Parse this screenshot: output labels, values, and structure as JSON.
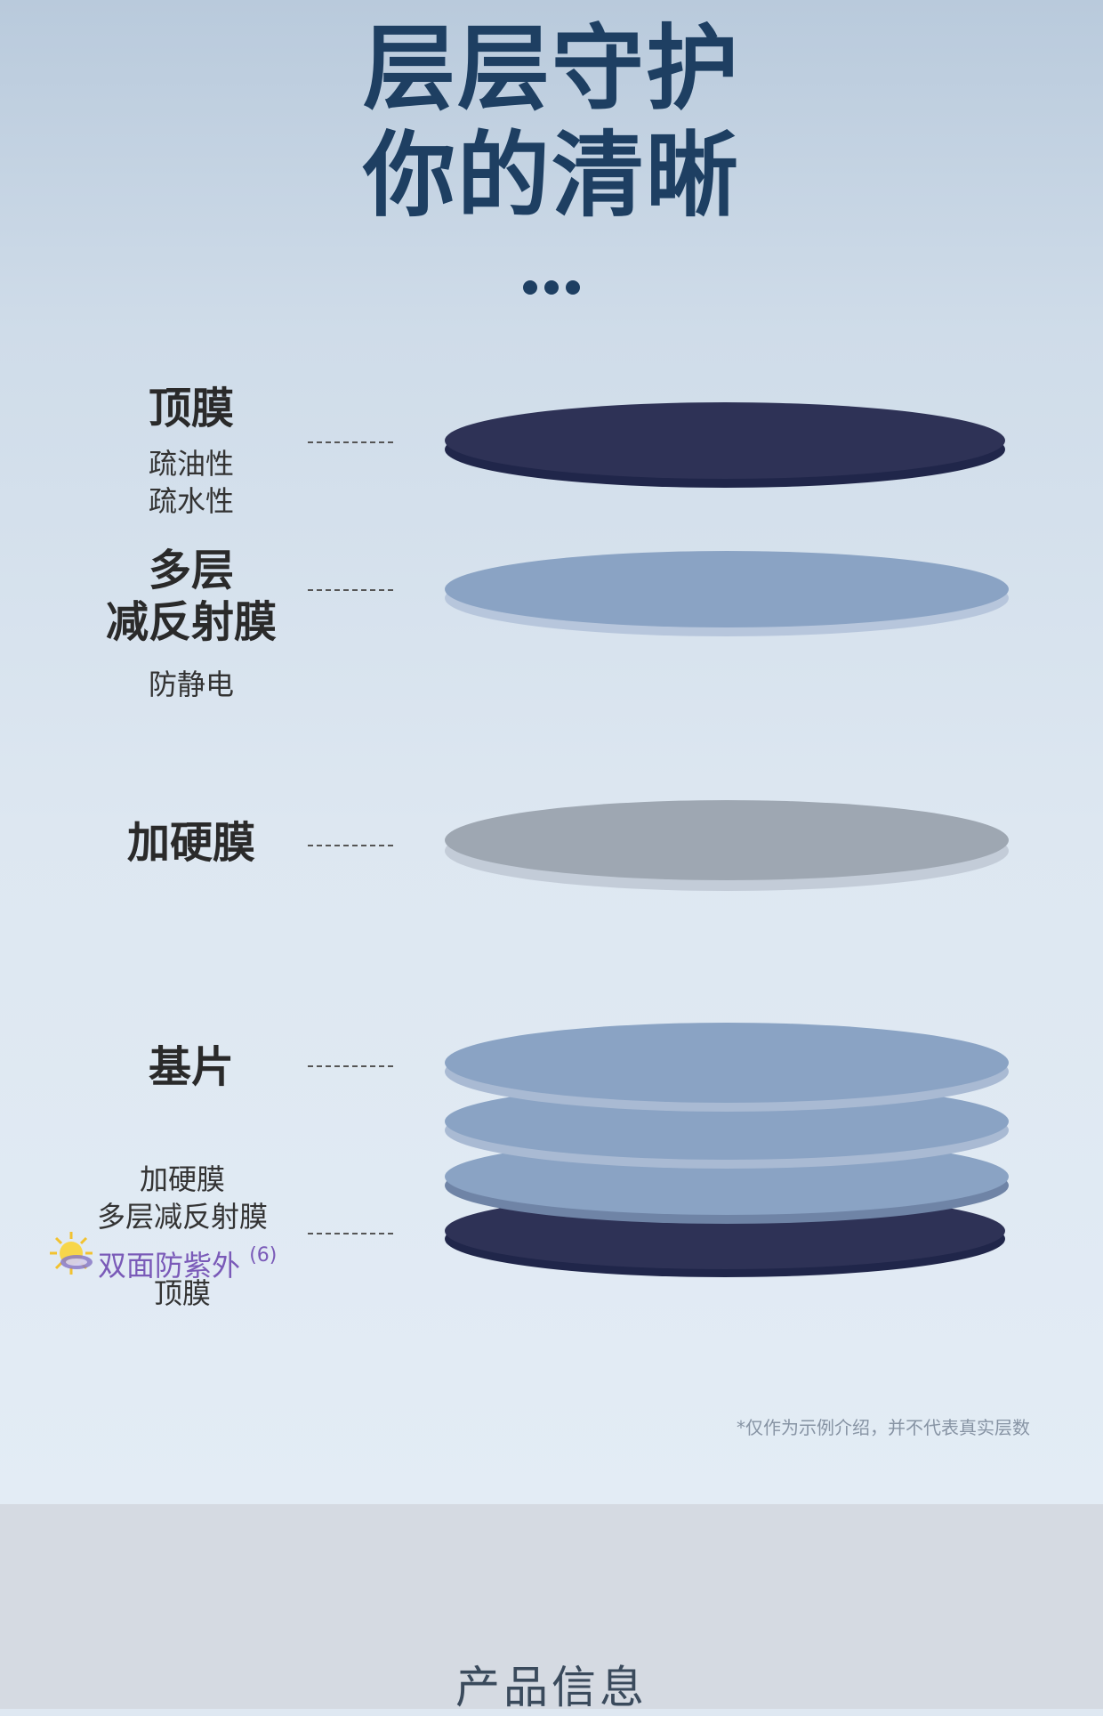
{
  "header": {
    "title_line1": "层层守护",
    "title_line2": "你的清晰"
  },
  "layers": {
    "top_film": {
      "title": "顶膜",
      "feature1": "疏油性",
      "feature2": "疏水性"
    },
    "ar_film": {
      "title1": "多层",
      "title2": "减反射膜",
      "feature": "防静电"
    },
    "hard_film": {
      "title": "加硬膜"
    },
    "substrate": {
      "title": "基片"
    },
    "stack": {
      "line1": "加硬膜",
      "line2": "多层减反射膜",
      "uv": "双面防紫外",
      "uv_note": "(6)",
      "line4": "顶膜"
    }
  },
  "colors": {
    "dark_disk": "#2e3256",
    "blue_disk": "#8aa3c4",
    "gray_disk": "#9ea7b2",
    "title": "#1e3f62"
  },
  "footnote": "*仅作为示例介绍，并不代表真实层数",
  "bottom": {
    "section_title": "产品信息"
  }
}
